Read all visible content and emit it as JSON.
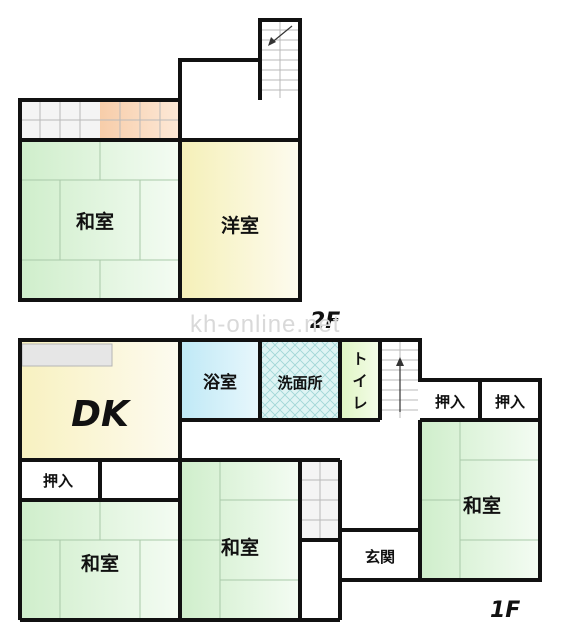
{
  "floor2": {
    "label": "2F",
    "rooms": {
      "washitsu": "和室",
      "yoshitsu": "洋室"
    }
  },
  "floor1": {
    "label": "1F",
    "rooms": {
      "dk": "DK",
      "bath": "浴室",
      "washroom": "洗面所",
      "toilet_chars": [
        "ト",
        "イ",
        "レ"
      ],
      "closet_upper_left": "押入",
      "closet_upper_right": "押入",
      "closet_lower": "押入",
      "washitsu_right": "和室",
      "washitsu_center": "和室",
      "washitsu_left": "和室",
      "entrance": "玄関"
    }
  },
  "watermark": "kh-online.net",
  "colors": {
    "tatami_green": "#d6f2d2",
    "yoshitsu_yellow": "#f7f3c6",
    "dk_yellow": "#f9f4cf",
    "bath_blue": "#cdeef8",
    "washroom_cyan": "#d9f3f3",
    "toilet_green": "#e6f8cc",
    "orange_closet": "#f9d9bf"
  }
}
